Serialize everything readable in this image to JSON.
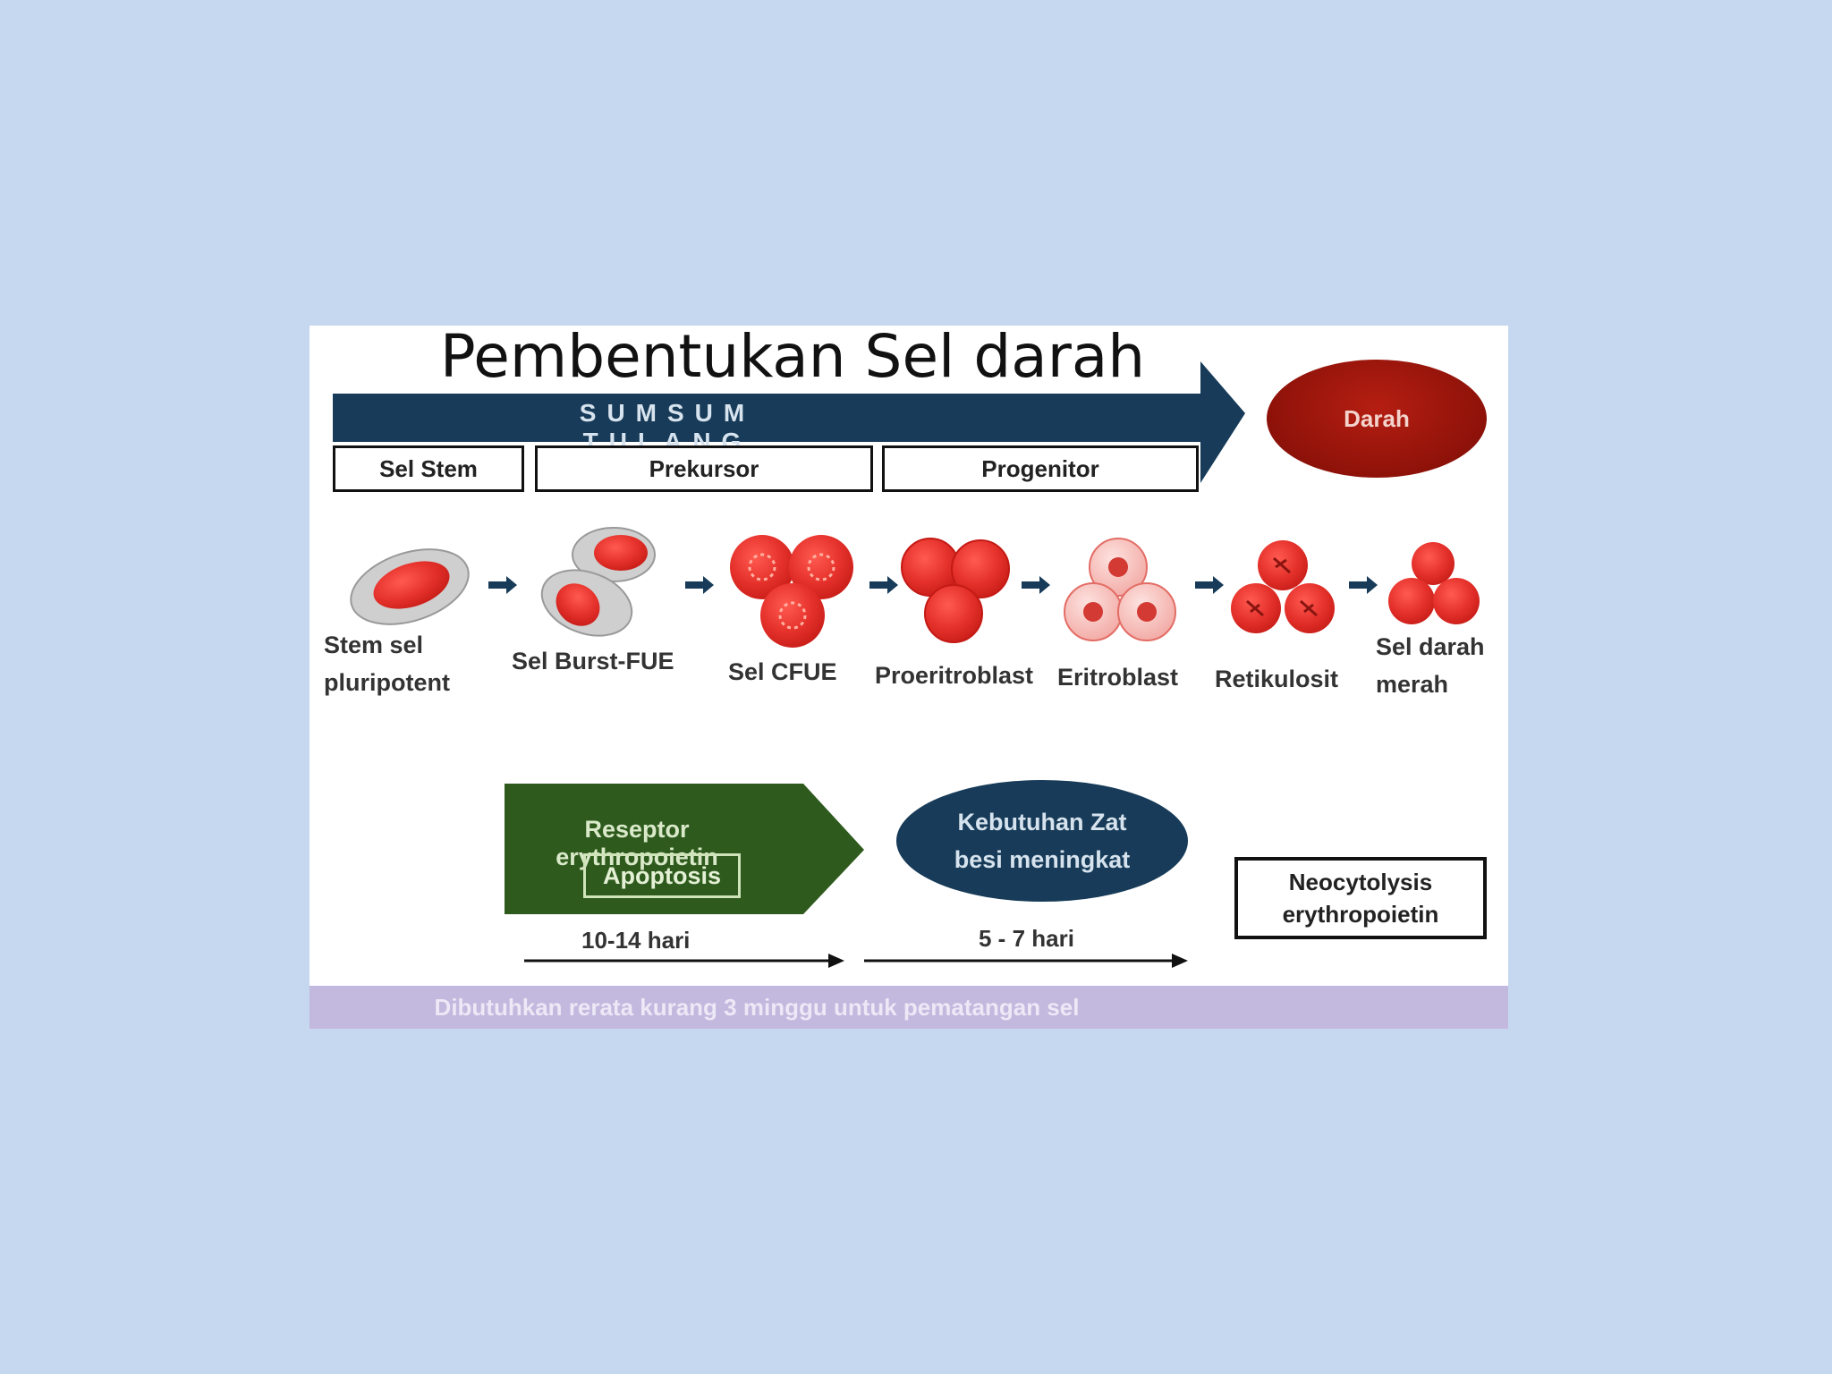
{
  "title": "Pembentukan Sel darah",
  "main_arrow_label": "SUMSUM TULANG",
  "darah_label": "Darah",
  "stages": [
    {
      "label": "Sel Stem"
    },
    {
      "label": "Prekursor"
    },
    {
      "label": "Progenitor"
    }
  ],
  "cells": [
    {
      "label": "Stem sel\npluripotent"
    },
    {
      "label": "Sel Burst-FUE"
    },
    {
      "label": "Sel CFUE"
    },
    {
      "label": "Proeritroblast"
    },
    {
      "label": "Eritroblast"
    },
    {
      "label": "Retikulosit"
    },
    {
      "label": "Sel darah\nmerah"
    }
  ],
  "bottom": {
    "green_text": "Reseptor erythropoietin",
    "apoptosis": "Apoptosis",
    "blue_text": "Kebutuhan Zat\nbesi meningkat",
    "neo_text": "Neocytolysis\nerythropoietin",
    "time1": "10-14 hari",
    "time2": "5 - 7 hari"
  },
  "footer": "Dibutuhkan rerata kurang 3 minggu untuk pematangan sel",
  "colors": {
    "navy": "#173b58",
    "dark_red": "#8e1209",
    "cell_red": "#e8332f",
    "green": "#2e5b1d",
    "footer": "#c3b8de"
  }
}
